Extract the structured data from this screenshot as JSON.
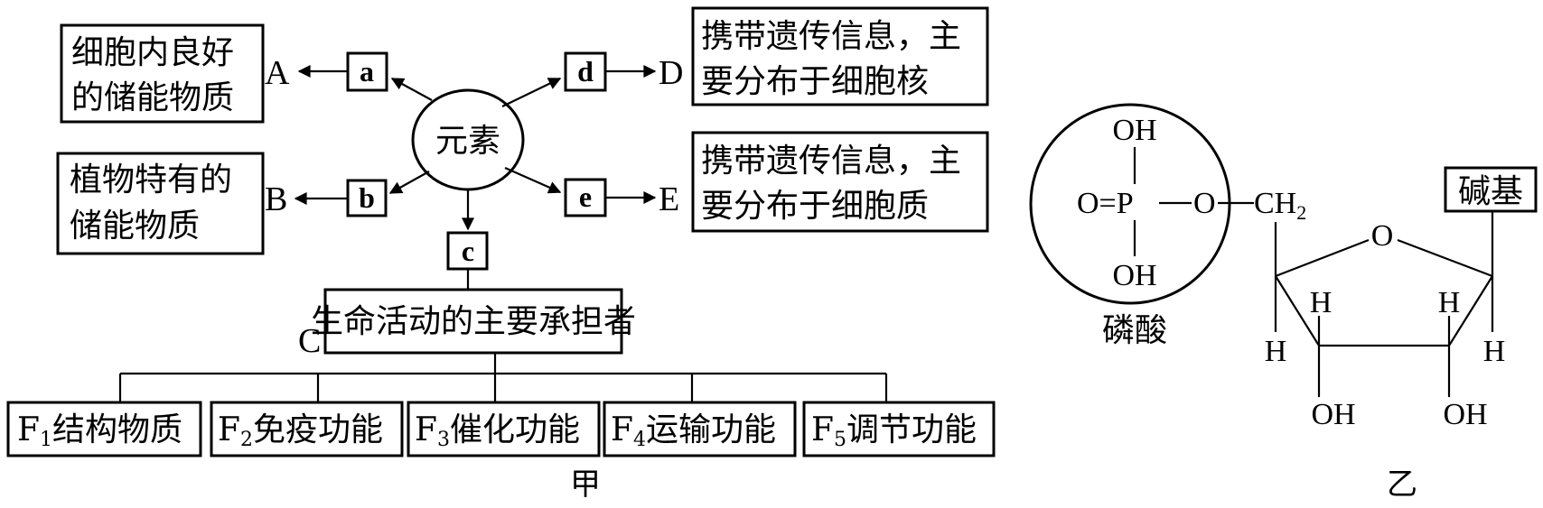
{
  "diagram_jia": {
    "center": "元素",
    "a_label": "a",
    "b_label": "b",
    "c_label": "c",
    "d_label": "d",
    "e_label": "e",
    "A": "A",
    "B": "B",
    "C": "C",
    "D": "D",
    "E": "E",
    "A_desc_line1": "细胞内良好",
    "A_desc_line2": "的储能物质",
    "B_desc_line1": "植物特有的",
    "B_desc_line2": "储能物质",
    "D_desc_line1": "携带遗传信息，主",
    "D_desc_line2": "要分布于细胞核",
    "E_desc_line1": "携带遗传信息，主",
    "E_desc_line2": "要分布于细胞质",
    "C_desc": "生命活动的主要承担者",
    "functions": [
      {
        "F": "F",
        "sub": "1",
        "text": "结构物质"
      },
      {
        "F": "F",
        "sub": "2",
        "text": "免疫功能"
      },
      {
        "F": "F",
        "sub": "3",
        "text": "催化功能"
      },
      {
        "F": "F",
        "sub": "4",
        "text": "运输功能"
      },
      {
        "F": "F",
        "sub": "5",
        "text": "调节功能"
      }
    ],
    "caption": "甲"
  },
  "diagram_yi": {
    "phosphate_label": "磷酸",
    "base_label": "碱基",
    "OH_top": "OH",
    "O_eq_P": "O=P",
    "O_link": "O",
    "CH": "CH",
    "CH_sub": "2",
    "OH_bottom": "OH",
    "ring_O": "O",
    "H1": "H",
    "H2": "H",
    "H3": "H",
    "H4": "H",
    "OH3": "OH",
    "OH2": "OH",
    "caption": "乙"
  }
}
